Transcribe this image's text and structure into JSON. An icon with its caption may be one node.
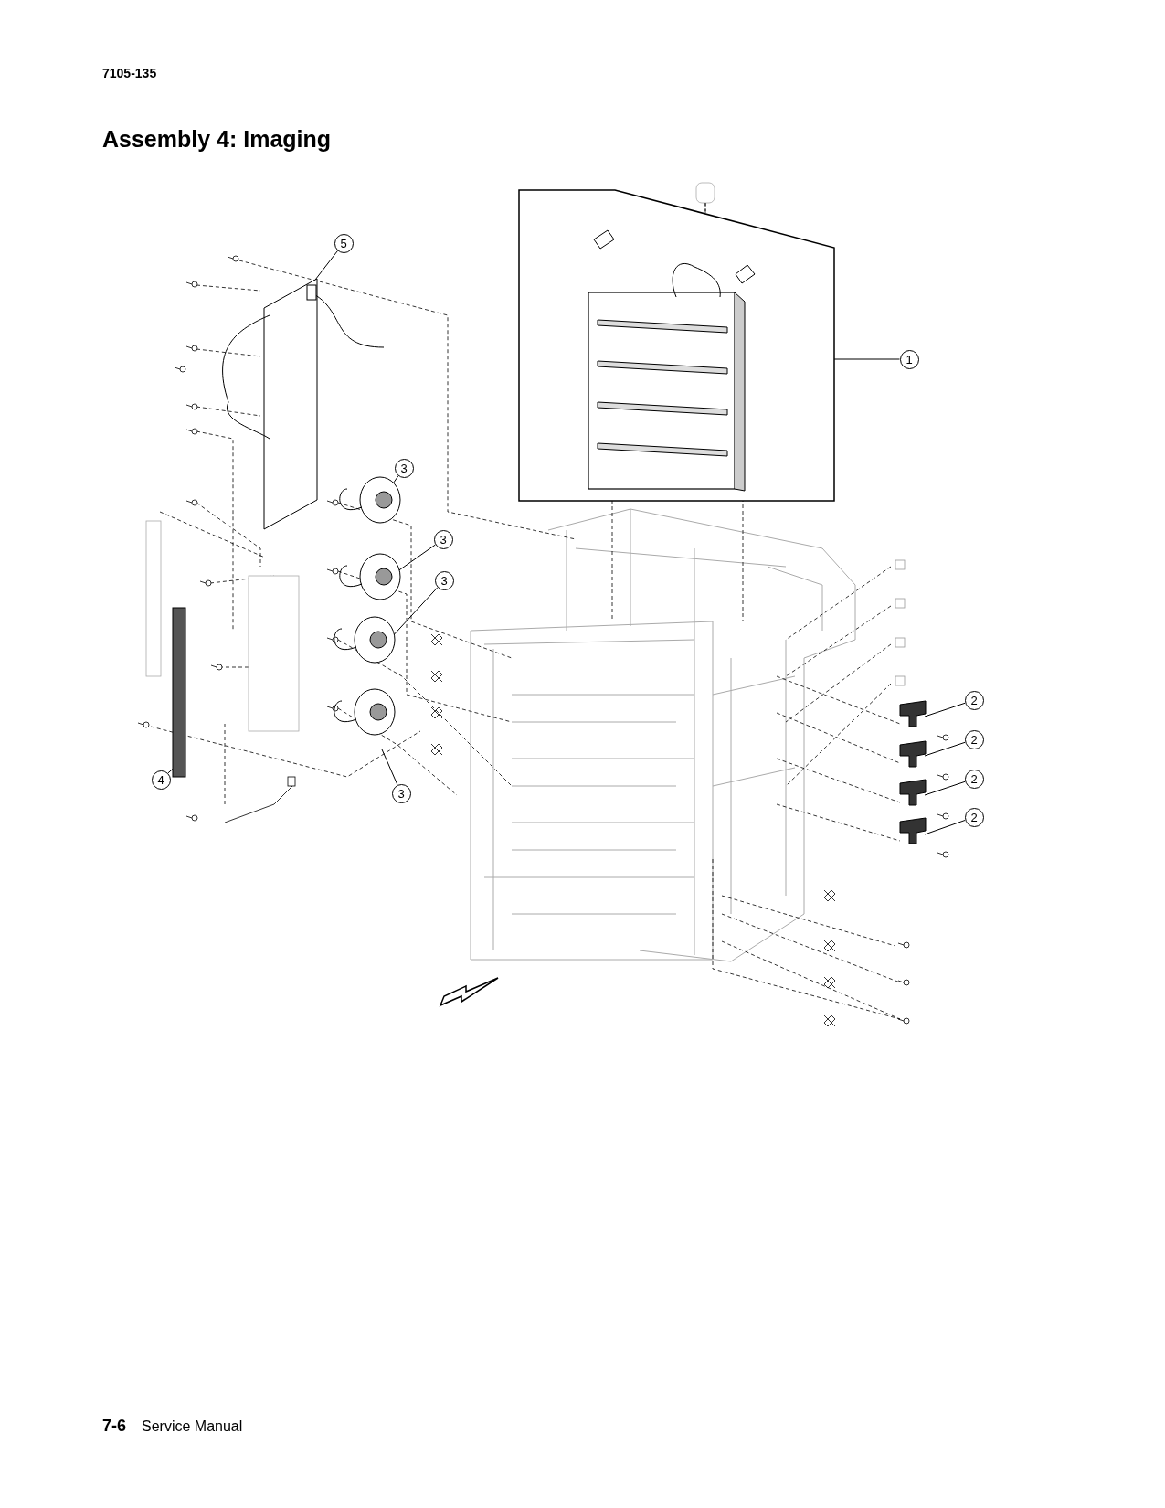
{
  "diagram": {
    "title": "Assembly 4:  Imaging",
    "nodes": [
      {
        "text": [
          "5"
        ]
      },
      {
        "text": [
          "1"
        ]
      },
      {
        "text": [
          "3"
        ]
      },
      {
        "text": [
          "3"
        ]
      },
      {
        "text": [
          "3"
        ]
      },
      {
        "text": [
          "3"
        ]
      },
      {
        "text": [
          "4"
        ]
      },
      {
        "text": [
          "2"
        ]
      },
      {
        "text": [
          "2"
        ]
      },
      {
        "text": [
          "2"
        ]
      },
      {
        "text": [
          "2"
        ]
      },
      {
        "text": [],
        "shape": "picture"
      },
      {
        "text": [],
        "shape": "picture"
      },
      {
        "text": [],
        "shape": "picture"
      },
      {
        "text": [],
        "shape": "picture"
      },
      {
        "text": [],
        "shape": "picture"
      },
      {
        "text": [],
        "shape": "picture"
      },
      {
        "text": [],
        "shape": "bar"
      },
      {
        "text": [],
        "shape": "picture"
      },
      {
        "text": [],
        "shape": "picture"
      },
      {
        "text": [],
        "shape": "picture"
      },
      {
        "text": [],
        "shape": "picture"
      }
    ],
    "edges": [
      {
        "from": 0,
        "to": 11,
        "arrow": "none"
      },
      {
        "from": 1,
        "to": 12,
        "arrow": "none"
      },
      {
        "from": 2,
        "to": 13,
        "arrow": "none"
      },
      {
        "from": 3,
        "to": 14,
        "arrow": "none"
      },
      {
        "from": 4,
        "to": 15,
        "arrow": "none"
      },
      {
        "from": 5,
        "to": 16,
        "arrow": "none"
      },
      {
        "from": 6,
        "to": 17,
        "arrow": "none"
      },
      {
        "from": 7,
        "to": 18,
        "arrow": "none"
      },
      {
        "from": 8,
        "to": 19,
        "arrow": "none"
      },
      {
        "from": 9,
        "to": 20,
        "arrow": "none"
      },
      {
        "from": 10,
        "to": 21,
        "arrow": "none"
      }
    ],
    "labels": [
      "7105-135",
      "7-6",
      "Service Manual"
    ]
  }
}
